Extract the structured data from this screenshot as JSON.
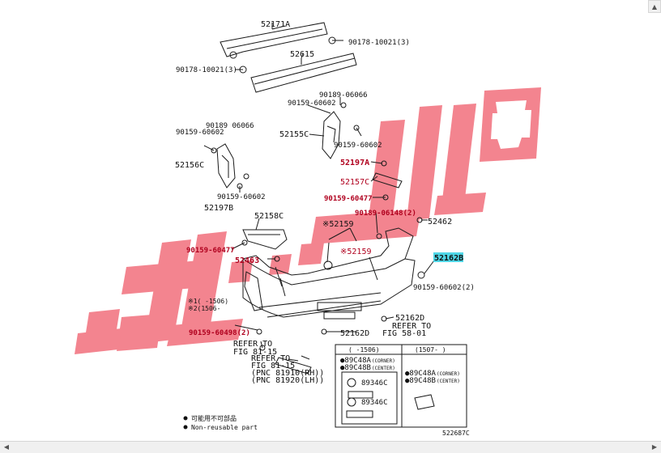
{
  "scrollbar": {
    "up_glyph": "▲",
    "left_glyph": "◀",
    "right_glyph": "▶"
  },
  "labels": {
    "p52171A": "52171A",
    "p90178a": "90178-10021(3)",
    "p52615": "52615",
    "p90178b": "90178-10021(3)",
    "p90189a": "90189-06066",
    "p90159a": "90159-60602",
    "p52155C": "52155C",
    "p90159b": "90159-60602",
    "p90189b": "90189 06066",
    "p90159c": "90159-60602",
    "p52156C": "52156C",
    "p52197A": "52197A",
    "p52157C": "52157C",
    "p90159d": "90159-60477",
    "p90159e": "90159-60602",
    "p52197B": "52197B",
    "p52158C": "52158C",
    "p90189c": "90189-06148(2)",
    "p52462": "52462",
    "p52159a": "※52159",
    "p90159f": "90159-60477",
    "p52463": "52463",
    "p52159b": "※52159",
    "p52162B": "52162B",
    "p90159g": "90159-60602(2)",
    "note1": "※1(  -1506)",
    "note2": "※2(1506-",
    "p52162Da": "52162D",
    "refer58a": "REFER TO",
    "refer58b": "FIG 58-01",
    "p90159h": "90159-60498(2)",
    "p52162Db": "52162D",
    "refer81a": "REFER TO",
    "refer81b": "FIG 81-15",
    "refer81c": "REFER TO",
    "refer81d": "FIG 81-15",
    "pnc1": "(PNC 81910(RH))",
    "pnc2": "(PNC 81920(LH))",
    "inset_col1": "(    -1506)",
    "inset_col2": "(1507-    )",
    "inset_a1": "89C48A",
    "inset_a1_note": "(CORNER)",
    "inset_b1": "89C48B",
    "inset_b1_note": "(CENTER)",
    "inset_c1": "89346C",
    "inset_c2": "89346C",
    "inset_a2": "89C48A",
    "inset_a2_note": "(CORNER)",
    "inset_b2": "89C48B",
    "inset_b2_note": "(CENTER)",
    "legend1": "可能用不可部品",
    "legend2": "Non-reusable part",
    "fig_code": "522687C"
  },
  "colors": {
    "line": "#1a1a1a",
    "watermark": "#f27a86",
    "highlight": "#4fd6e6",
    "redtext": "#b0001e"
  }
}
